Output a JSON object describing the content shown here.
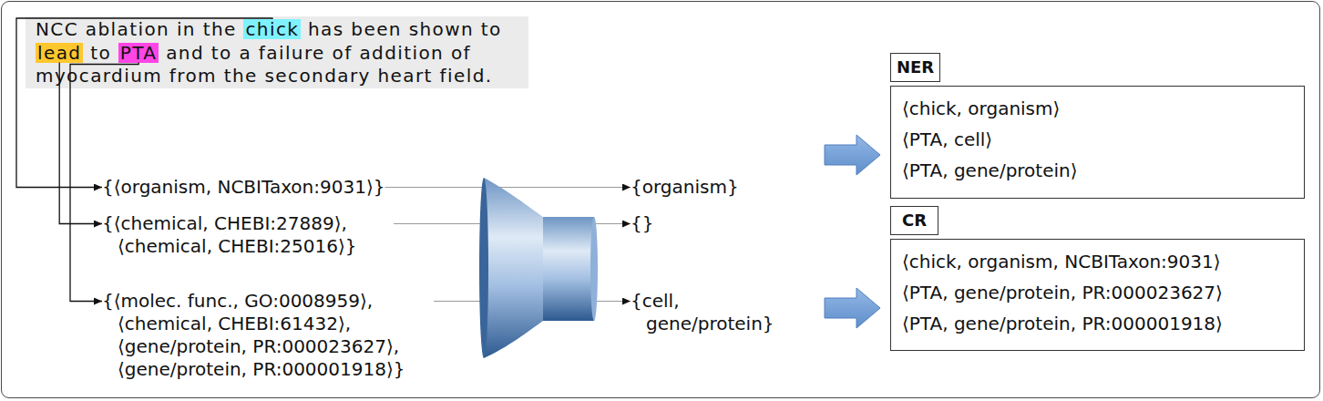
{
  "diagram": {
    "nodes": [
      {
        "text": [
          "NCC ablation in the",
          "has been shown to",
          "to",
          "and to a failure of addition of myocardium from the secondary heart field."
        ]
      },
      {
        "text": [
          "chick"
        ],
        "in": 0
      },
      {
        "text": [
          "lead"
        ],
        "in": 0
      },
      {
        "text": [
          "PTA"
        ],
        "in": 0
      },
      {
        "text": [
          "{⟨organism, NCBITaxon:9031⟩}"
        ]
      },
      {
        "text": [
          "{⟨chemical, CHEBI:27889⟩, ⟨chemical, CHEBI:25016⟩}"
        ]
      },
      {
        "text": [
          "{⟨molec. func., GO:0008959⟩, ⟨chemical, CHEBI:61432⟩, ⟨gene/protein, PR:000023627⟩, ⟨gene/protein, PR:000001918⟩}"
        ]
      },
      {
        "text": [
          "{organism}"
        ]
      },
      {
        "text": [
          "{}"
        ]
      },
      {
        "text": [
          "{cell, gene/protein}"
        ]
      },
      {
        "text": [
          "NER",
          "⟨chick, organism⟩",
          "⟨PTA, cell⟩",
          "⟨PTA, gene/protein⟩"
        ]
      },
      {
        "text": [
          "CR",
          "⟨chick, organism, NCBITaxon:9031⟩",
          "⟨PTA, gene/protein, PR:000023627⟩",
          "⟨PTA, gene/protein, PR:000001918⟩"
        ]
      }
    ],
    "edges": [
      {
        "from": 1,
        "to": 4,
        "arrow": "to"
      },
      {
        "from": 2,
        "to": 5,
        "arrow": "to"
      },
      {
        "from": 3,
        "to": 6,
        "arrow": "to"
      },
      {
        "from": 4,
        "to": 7,
        "arrow": "to"
      },
      {
        "from": 5,
        "to": 8,
        "arrow": "to"
      },
      {
        "from": 6,
        "to": 9,
        "arrow": "to"
      }
    ]
  }
}
